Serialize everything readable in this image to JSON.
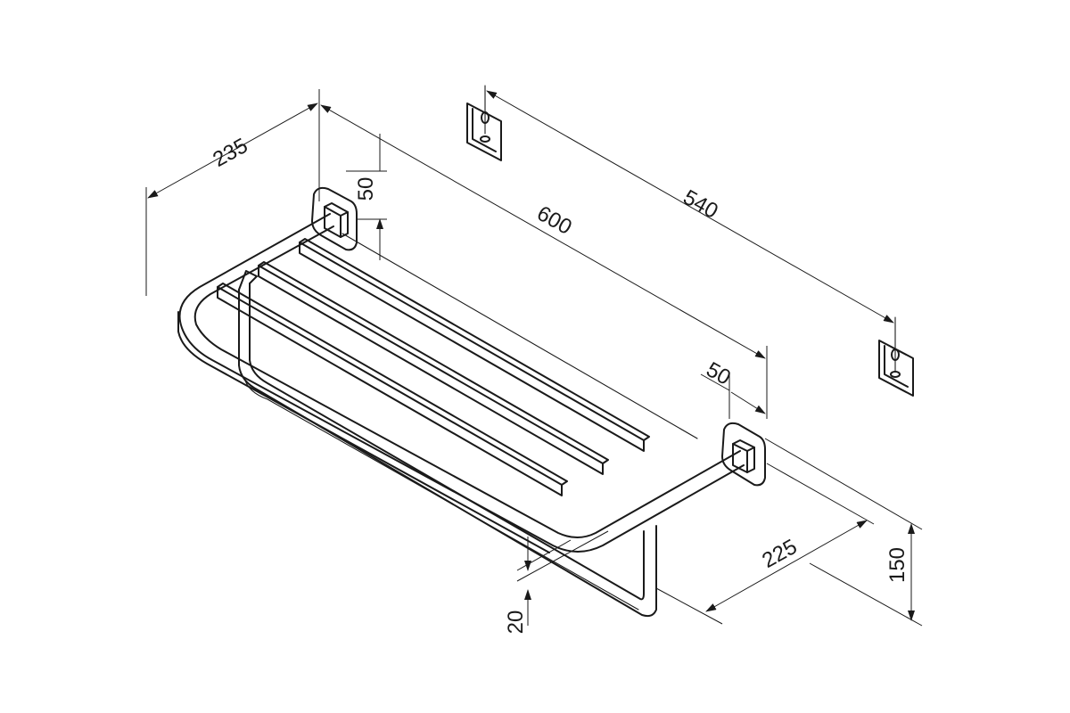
{
  "dimensions": {
    "depth": "235",
    "length": "600",
    "hole_spacing": "540",
    "mount_height": "50",
    "mount_width": "50",
    "bar_depth": "225",
    "height": "150",
    "bar_gap": "20"
  }
}
